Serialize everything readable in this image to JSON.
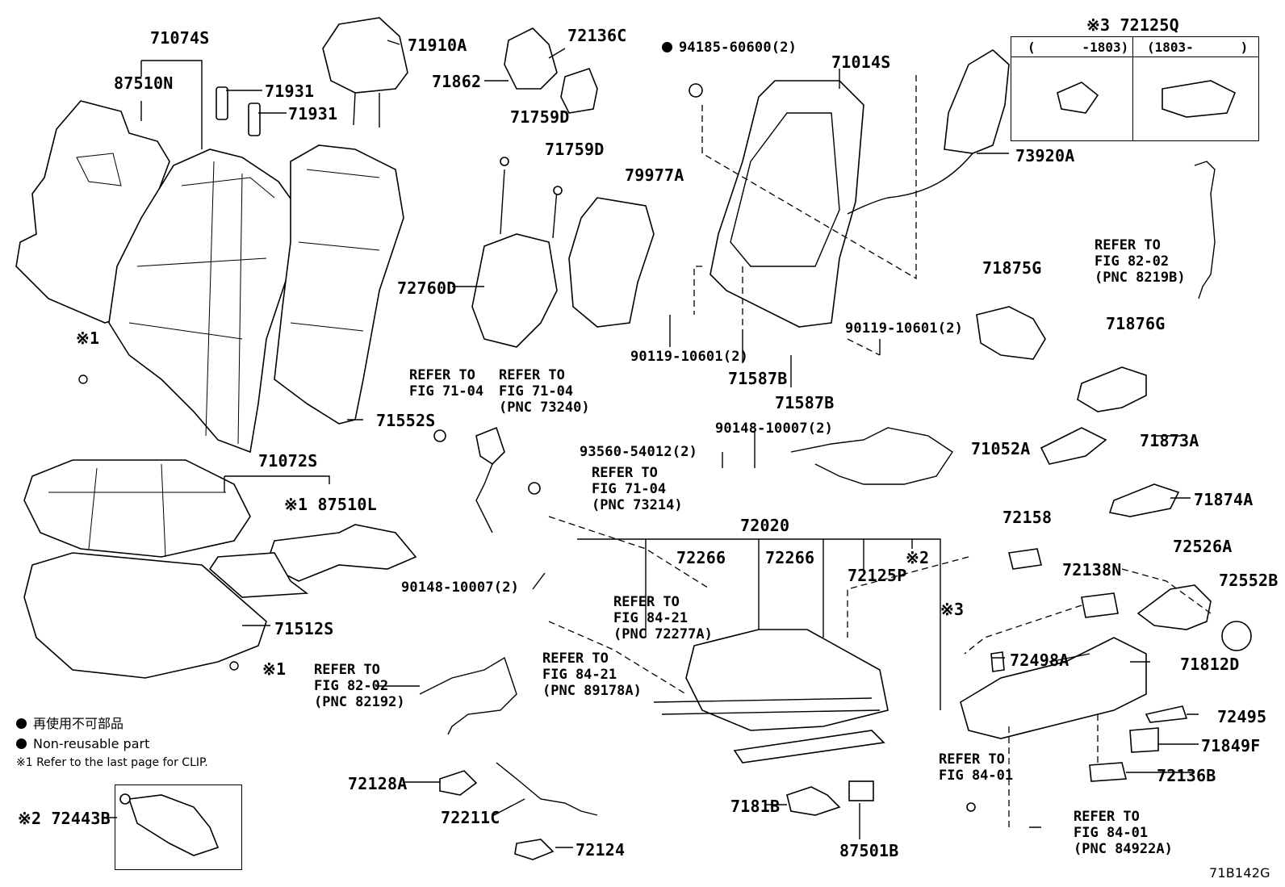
{
  "diagram_id": "71B142G",
  "legend": {
    "line1": "再使用不可部品",
    "line2": "Non-reusable part",
    "note1": "※1 Refer to the last page for CLIP."
  },
  "table": {
    "title": "※3 72125Q",
    "col1": "(      -1803)",
    "col2": "(1803-      )"
  },
  "parts": {
    "p71074S": "71074S",
    "p87510N": "87510N",
    "p71931a": "71931",
    "p71931b": "71931",
    "p71910A": "71910A",
    "p72136C": "72136C",
    "p71862": "71862",
    "p94185": "94185-60600(2)",
    "p71014S": "71014S",
    "p71759Da": "71759D",
    "p71759Db": "71759D",
    "p79977A": "79977A",
    "p73920A": "73920A",
    "p72760D": "72760D",
    "p71875G": "71875G",
    "p90119a": "90119-10601(2)",
    "p90119b": "90119-10601(2)",
    "p71876G": "71876G",
    "p71587Ba": "71587B",
    "p71587Bb": "71587B",
    "p71552S": "71552S",
    "p90148a": "90148-10007(2)",
    "p71052A": "71052A",
    "p71873A": "71873A",
    "p93560": "93560-54012(2)",
    "p71072S": "71072S",
    "p87510L": "※1 87510L",
    "p72020": "72020",
    "p71874A": "71874A",
    "p72158": "72158",
    "p72526A": "72526A",
    "p72266a": "72266",
    "p72266b": "72266",
    "p72125P": "72125P",
    "p72138N": "72138N",
    "p72552B": "72552B",
    "p90148b": "90148-10007(2)",
    "p71512S": "71512S",
    "p72498A": "72498A",
    "p71812D": "71812D",
    "p72495": "72495",
    "p71849F": "71849F",
    "p72136B": "72136B",
    "p72128A": "72128A",
    "p72211C": "72211C",
    "p7181B": "7181B",
    "p87501B": "87501B",
    "p72124": "72124",
    "p72443B": "※2 72443B",
    "star1": "※1",
    "star1b": "※1",
    "star2": "※2",
    "star3": "※3"
  },
  "refs": {
    "r1": "REFER TO\nFIG 71-04",
    "r2": "REFER TO\nFIG 71-04\n(PNC 73240)",
    "r3": "REFER TO\nFIG 71-04\n(PNC 73214)",
    "r4": "REFER TO\nFIG 82-02\n(PNC 8219B)",
    "r5": "REFER TO\nFIG 84-21\n(PNC 72277A)",
    "r6": "REFER TO\nFIG 84-21\n(PNC 89178A)",
    "r7": "REFER TO\nFIG 82-02\n(PNC 82192)",
    "r8": "REFER TO\nFIG 84-01",
    "r9": "REFER TO\nFIG 84-01\n(PNC 84922A)"
  }
}
